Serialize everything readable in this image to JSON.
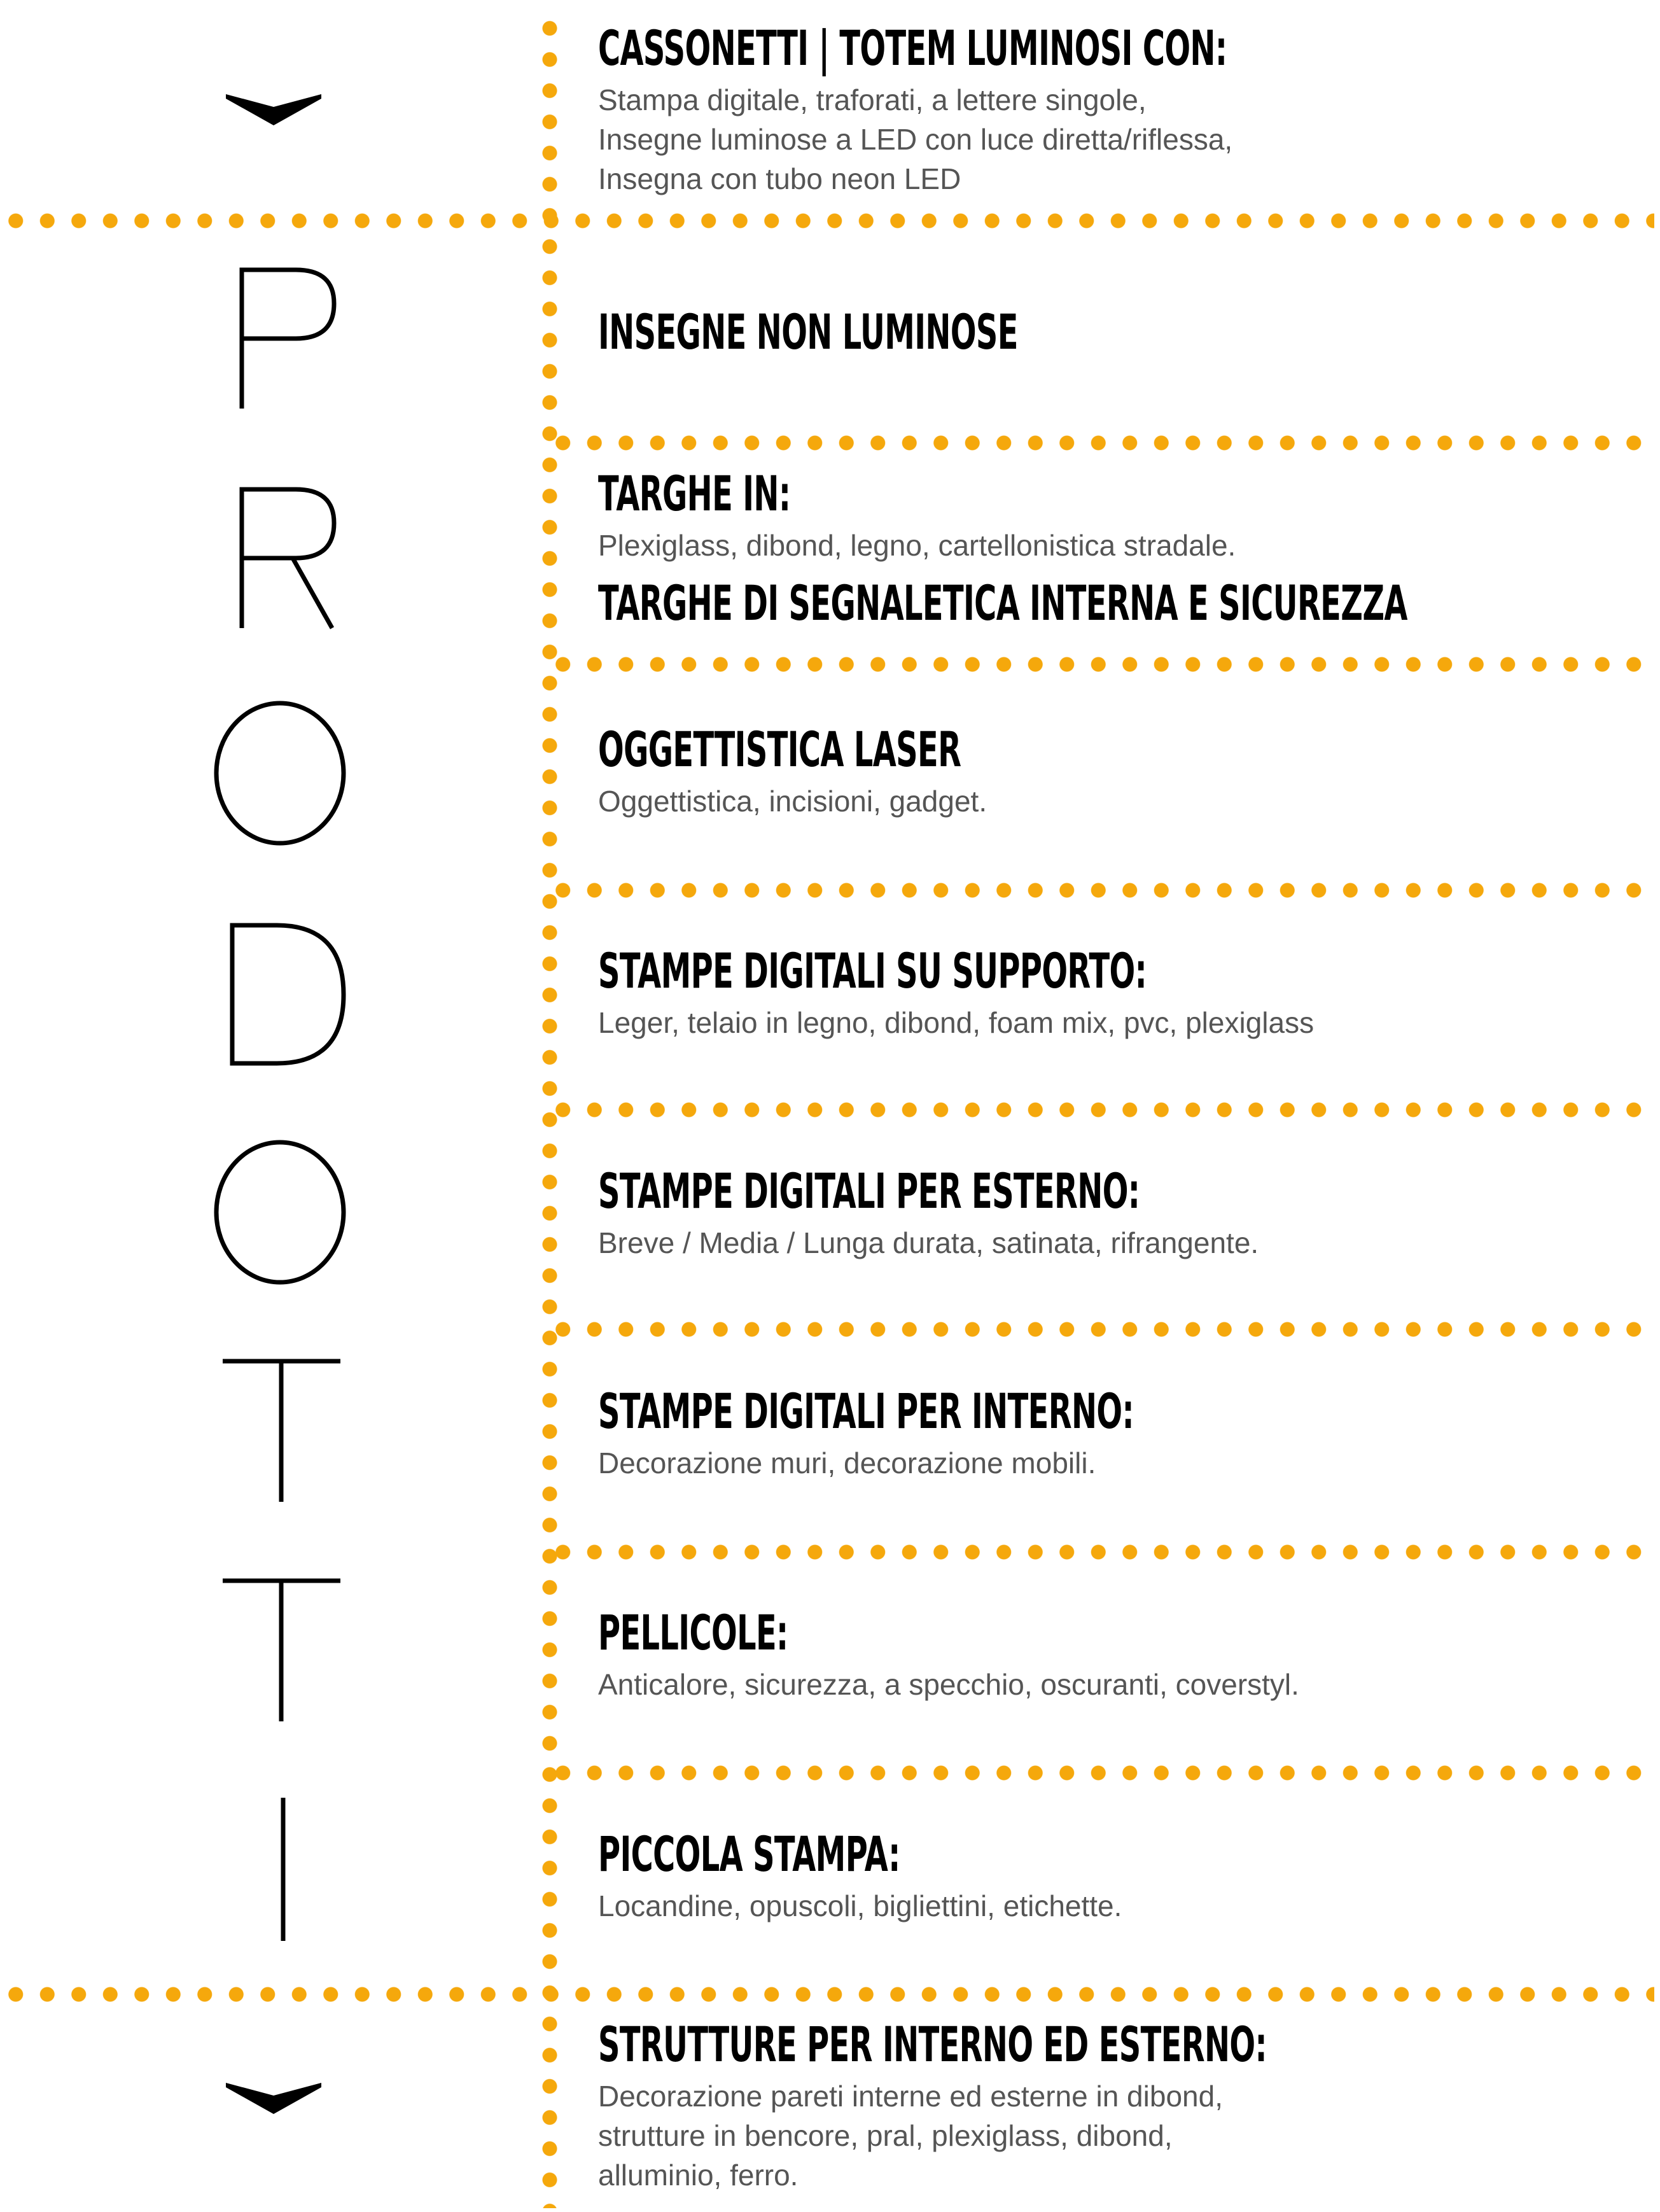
{
  "side_word": {
    "text": "PRODOTTI",
    "letters": [
      "P",
      "R",
      "O",
      "D",
      "O",
      "T",
      "T",
      "I"
    ]
  },
  "colors": {
    "accent": "#F5A80C",
    "title": "#000000",
    "description": "#555555"
  },
  "icons": {
    "top": "chevron-down-icon",
    "bottom": "chevron-down-icon"
  },
  "sections": [
    {
      "title": "CASSONETTI | TOTEM LUMINOSI CON:",
      "lines": [
        "Stampa digitale, traforati, a lettere singole,",
        "Insegne luminose a LED con luce diretta/riflessa,",
        "Insegna con tubo neon LED"
      ]
    },
    {
      "title": "INSEGNE NON LUMINOSE",
      "lines": []
    },
    {
      "title": "TARGHE IN:",
      "lines": [
        "Plexiglass, dibond, legno, cartellonistica stradale."
      ],
      "title2": "TARGHE DI SEGNALETICA INTERNA E SICUREZZA"
    },
    {
      "title": "OGGETTISTICA LASER",
      "lines": [
        "Oggettistica, incisioni, gadget."
      ]
    },
    {
      "title": "STAMPE DIGITALI SU SUPPORTO:",
      "lines": [
        "Leger, telaio in legno, dibond, foam mix, pvc, plexiglass"
      ]
    },
    {
      "title": "STAMPE DIGITALI PER ESTERNO:",
      "lines": [
        "Breve / Media / Lunga durata, satinata, rifrangente."
      ]
    },
    {
      "title": "STAMPE DIGITALI PER INTERNO:",
      "lines": [
        "Decorazione muri, decorazione mobili."
      ]
    },
    {
      "title": "PELLICOLE:",
      "lines": [
        "Anticalore, sicurezza, a specchio, oscuranti, coverstyl."
      ]
    },
    {
      "title": "PICCOLA STAMPA:",
      "lines": [
        "Locandine, opuscoli, bigliettini, etichette."
      ]
    },
    {
      "title": "STRUTTURE PER INTERNO ED ESTERNO:",
      "lines": [
        "Decorazione pareti interne ed esterne in dibond,",
        "strutture in bencore, pral, plexiglass, dibond,",
        "alluminio, ferro."
      ]
    }
  ]
}
